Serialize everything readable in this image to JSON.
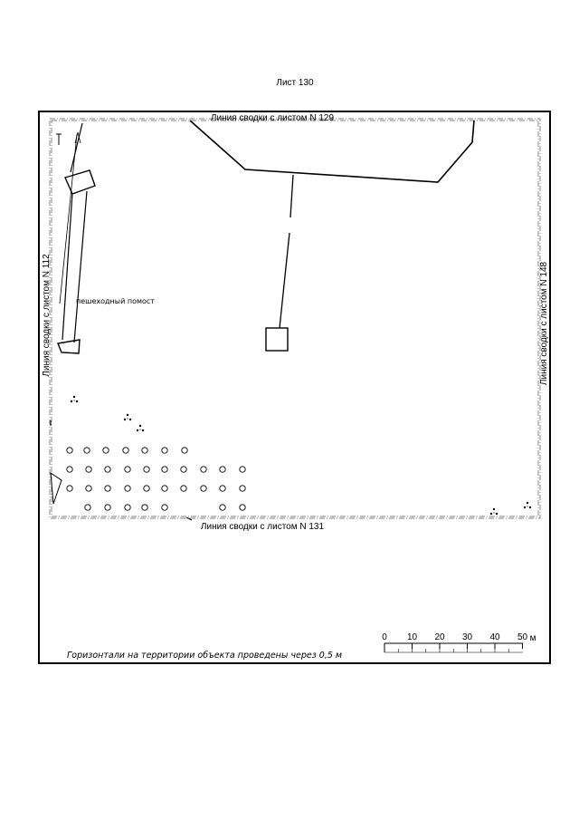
{
  "sheet": {
    "title": "Лист 130",
    "edge_labels": {
      "top": "Линия сводки с листом N 129",
      "bottom": "Линия сводки с листом N 131",
      "left": "Линия сводки с листом N 112",
      "right": "Линия сводки с листом N 148"
    }
  },
  "map": {
    "bridge_label": "пешеходный помост",
    "note": "Горизонтали на территории объекта проведены через 0,5 м",
    "tree_icon": "circle",
    "point_marker_icon": "tree-cluster-icon"
  },
  "scale_bar": {
    "ticks": [
      "0",
      "10",
      "20",
      "30",
      "40",
      "50"
    ],
    "unit": "м"
  }
}
